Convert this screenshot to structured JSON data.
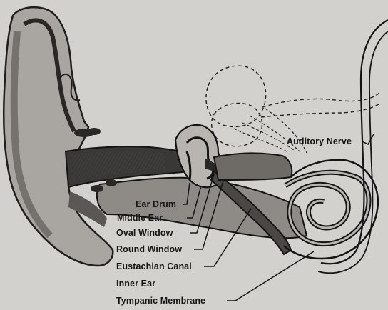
{
  "labels": {
    "ear_drum": "Ear Drum",
    "middle_ear": "Middle Ear",
    "oval_window": "Oval Window",
    "round_window": "Round Window",
    "eustachian_canal": "Eustachian Canal",
    "inner_ear": "Inner Ear",
    "tympanic_membrane": "Tympanic Membrane",
    "auditory_nerve": "Auditory Nerve"
  },
  "colors": {
    "background": "#d2d1cd",
    "ink": "#141414",
    "tissue_dark": "#3a3836",
    "tissue_mid": "#8e8b86",
    "tissue_light": "#b8b5b0"
  }
}
